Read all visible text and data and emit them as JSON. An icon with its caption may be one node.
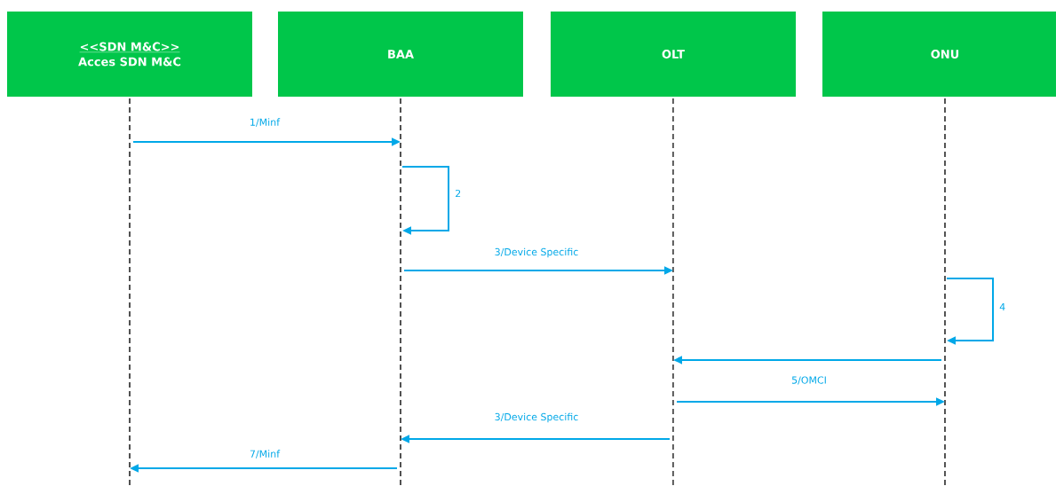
{
  "diagram": {
    "nodes": [
      {
        "text": [
          "<<SDN M&C>>",
          "Acces SDN M&C"
        ]
      },
      {
        "text": [
          "BAA"
        ]
      },
      {
        "text": [
          "OLT"
        ]
      },
      {
        "text": [
          "ONU"
        ]
      }
    ],
    "edges": [
      {
        "from": 0,
        "to": 1,
        "arrow": "to",
        "label": "1/Minf"
      },
      {
        "from": 1,
        "to": 1,
        "arrow": "to",
        "label": "2"
      },
      {
        "from": 1,
        "to": 2,
        "arrow": "to",
        "label": "3/Device Specific"
      },
      {
        "from": 3,
        "to": 3,
        "arrow": "to",
        "label": "4"
      },
      {
        "from": 3,
        "to": 2,
        "arrow": "to"
      },
      {
        "from": 2,
        "to": 3,
        "arrow": "to",
        "label": "5/OMCI"
      },
      {
        "from": 2,
        "to": 1,
        "arrow": "to",
        "label": "3/Device Specific"
      },
      {
        "from": 1,
        "to": 0,
        "arrow": "to",
        "label": "7/Minf"
      }
    ]
  }
}
